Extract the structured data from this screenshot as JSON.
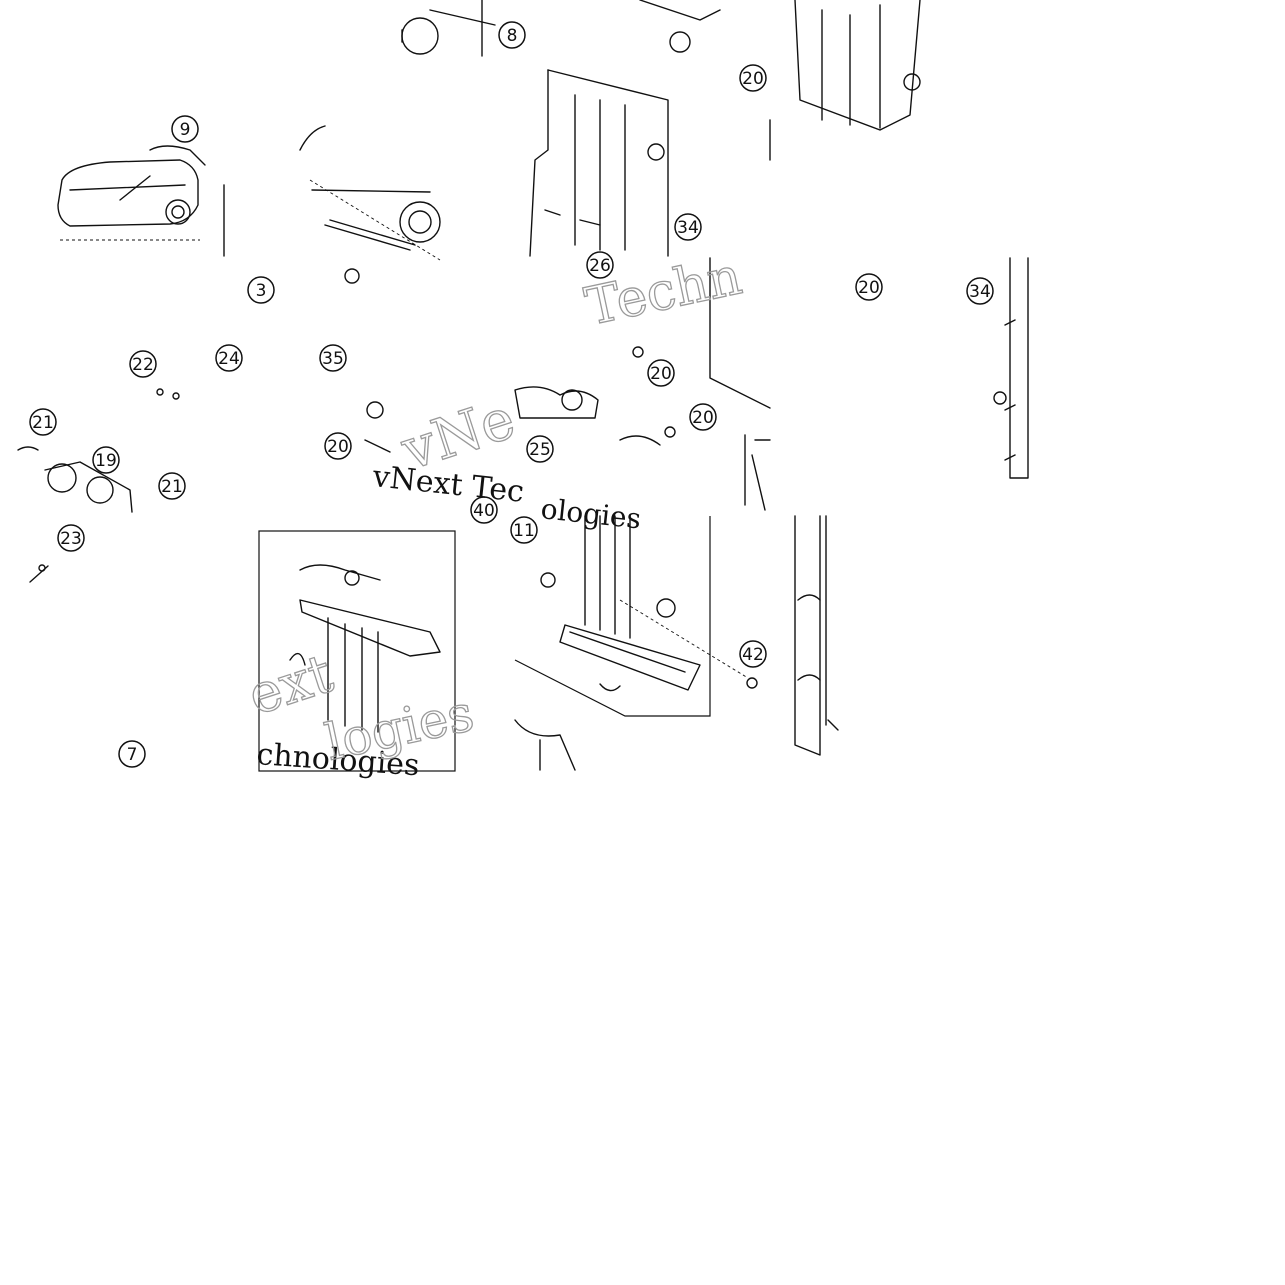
{
  "diagram": {
    "callouts": [
      "8",
      "20",
      "9",
      "34",
      "26",
      "3",
      "20",
      "34",
      "22",
      "24",
      "35",
      "20",
      "20",
      "21",
      "19",
      "21",
      "20",
      "25",
      "23",
      "40",
      "11",
      "42",
      "7"
    ],
    "watermarks": [
      "Techn",
      "vNe",
      "vNext Tec",
      "ologies",
      "ext",
      "chnologies",
      "logies"
    ]
  }
}
